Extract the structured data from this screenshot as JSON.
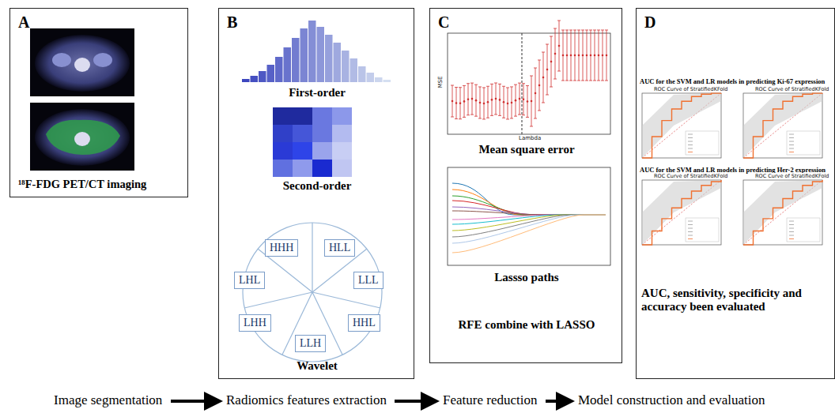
{
  "diagram": {
    "nodes": [
      {
        "text": [
          "A",
          "¹⁸F-FDG PET/CT imaging"
        ]
      },
      {
        "text": [
          "B",
          "First-order",
          "Second-order",
          "Wavelet"
        ]
      },
      {
        "text": [
          "C",
          "Mean square error",
          "Lassso paths",
          "RFE combine with LASSO"
        ]
      },
      {
        "text": [
          "D",
          "AUC for the SVM and LR models in predicting Ki-67 expression",
          "AUC for the SVM and LR models in predicting Her-2 expression",
          "AUC, sensitivity, specificity and accuracy been evaluated"
        ]
      },
      {
        "text": [
          "Image segmentation"
        ]
      },
      {
        "text": [
          "Radiomics features extraction"
        ]
      },
      {
        "text": [
          "Feature reduction"
        ]
      },
      {
        "text": [
          "Model construction and evaluation"
        ]
      }
    ],
    "edges": [
      {
        "from": 4,
        "to": 5,
        "arrow": "to"
      },
      {
        "from": 5,
        "to": 6,
        "arrow": "to"
      },
      {
        "from": 6,
        "to": 7,
        "arrow": "to"
      }
    ],
    "labels": [
      "HHH",
      "HLL",
      "LHL",
      "LLL",
      "LHH",
      "HHL",
      "LLH",
      "MSE",
      "Lambda",
      "ROC Curve of StratifiedKFold",
      "ROC Curve of StratifiedKFold",
      "ROC Curve of StratifiedKFold",
      "ROC Curve of StratifiedKFold"
    ]
  }
}
